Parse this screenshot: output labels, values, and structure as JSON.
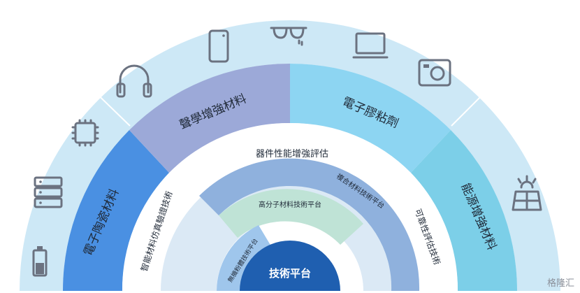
{
  "center": {
    "label": "技術平台"
  },
  "inner_ring": {
    "labels": [
      "無機粉體技術平台",
      "高分子材料技術平台",
      "複合材料技術平台"
    ]
  },
  "white_ring": {
    "labels": [
      "智能材料仿真驗證技術",
      "器件性能增強評估",
      "可靠性評估技術"
    ]
  },
  "segments": [
    {
      "label": "電子陶瓷材料",
      "color": "#4a90e2"
    },
    {
      "label": "聲學增強材料",
      "color": "#9ca9d8"
    },
    {
      "label": "電子膠粘劑",
      "color": "#8dd5f2"
    },
    {
      "label": "能源增強材料",
      "color": "#7ccfe8"
    }
  ],
  "outer_icons": [
    "battery-icon",
    "server-icon",
    "chip-icon",
    "headphones-icon",
    "phone-icon",
    "glasses-icon",
    "laptop-icon",
    "camera-icon",
    "solar-panel-icon"
  ],
  "watermark": "格隆汇"
}
